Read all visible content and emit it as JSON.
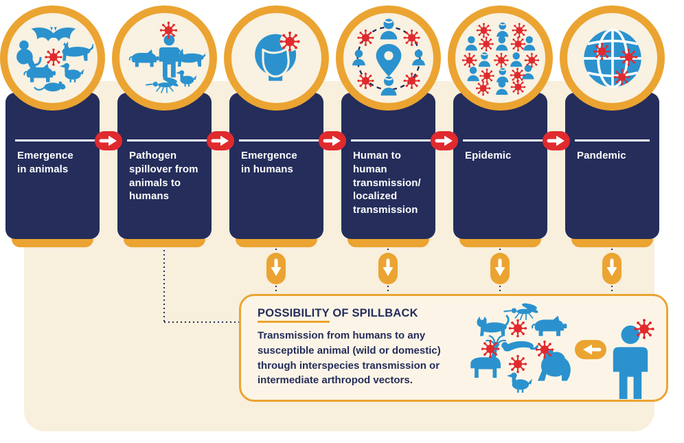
{
  "palette": {
    "navy": "#252D5B",
    "orange": "#EBA431",
    "red": "#E02A2E",
    "blue": "#2B92CE",
    "cream_panel": "#F8EFDD",
    "cream_circle": "#F9F1E1",
    "cream_box": "#FCF5E7",
    "white": "#FFFFFF"
  },
  "stages": [
    {
      "label": "Emergence\nin animals",
      "icon": "animals-with-virus-icon",
      "icon_elements": [
        "bat",
        "monkey",
        "virus",
        "dog",
        "pig",
        "duck",
        "rat"
      ]
    },
    {
      "label": "Pathogen\nspillover from\nanimals to\nhumans",
      "icon": "human-among-animals-virus-icon",
      "icon_elements": [
        "virus",
        "human",
        "pig",
        "dog",
        "mosquito",
        "duck"
      ]
    },
    {
      "label": "Emergence\nin humans",
      "icon": "human-head-virus-icon",
      "icon_elements": [
        "human-head",
        "virus"
      ]
    },
    {
      "label": "Human to\nhuman\ntransmission/\nlocalized\ntransmission",
      "icon": "people-network-pin-icon",
      "icon_elements": [
        "people",
        "viruses",
        "location-pin",
        "dashed-circle"
      ]
    },
    {
      "label": "Epidemic",
      "icon": "crowd-viruses-icon",
      "icon_elements": [
        "people",
        "viruses"
      ]
    },
    {
      "label": "Pandemic",
      "icon": "globe-viruses-icon",
      "icon_elements": [
        "globe",
        "viruses"
      ]
    }
  ],
  "connectors": {
    "forward_arrow_icon": "arrow-right-icon",
    "down_arrow_icon": "arrow-down-icon",
    "spillback_arrow_icon": "arrow-left-icon"
  },
  "spillback": {
    "title_underline": "POSSIBILITY",
    "title_rest": " OF SPILLBACK",
    "description": "Transmission from humans to any\nsusceptible animal (wild or domestic)\nthrough interspecies transmission or\nintermediate arthropod vectors.",
    "icon_elements": [
      "mosquito",
      "cat",
      "pig",
      "ferret",
      "deer",
      "gorilla",
      "duck",
      "viruses",
      "arrow-left",
      "human-with-virus"
    ]
  }
}
